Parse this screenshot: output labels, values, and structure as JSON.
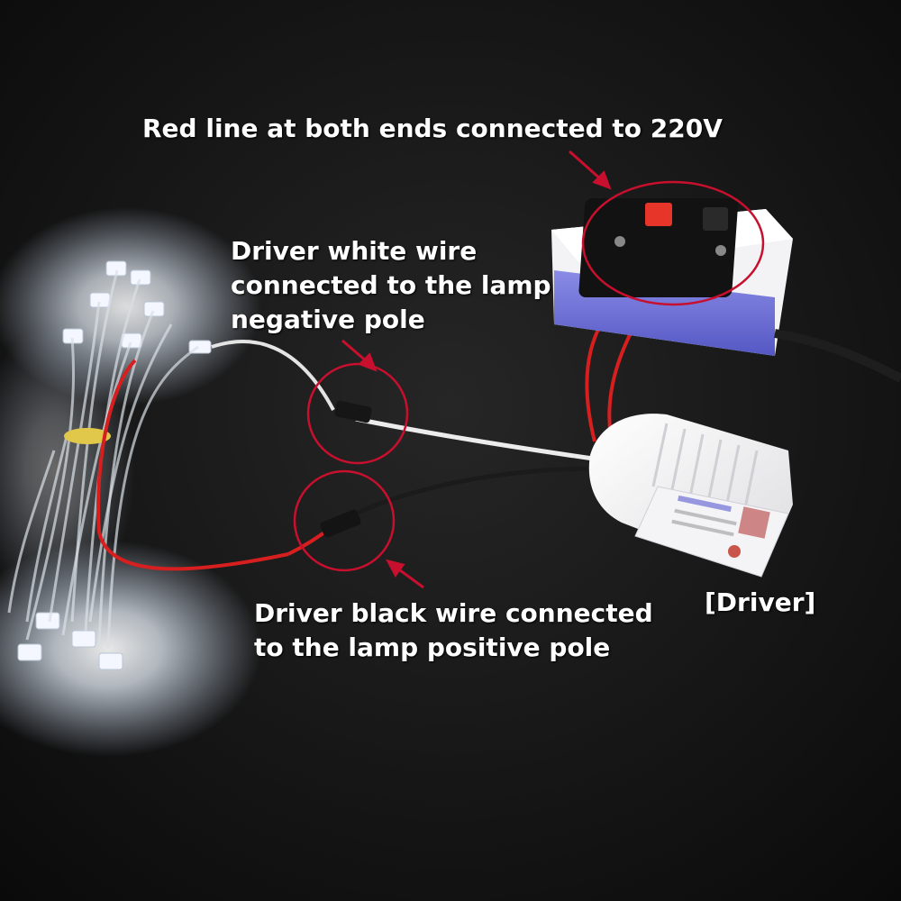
{
  "annotations": {
    "power_input": "Red line at both ends connected to 220V",
    "white_wire": {
      "line1": "Driver white wire",
      "line2": "connected to the lamp",
      "line3": "negative pole"
    },
    "black_wire": {
      "line1": "Driver black wire connected",
      "line2": "to the lamp positive pole"
    },
    "driver_tag": "[Driver]"
  },
  "colors": {
    "background": "#0d0d0d",
    "annotation_text": "#ffffff",
    "callout_circle": "#c8102e",
    "callout_arrow": "#c8102e",
    "red_wire": "#d81f1f",
    "white_wire": "#e8e8e8",
    "black_wire": "#1b1b1b",
    "driver_body": "#f2f2f4",
    "driver_accent": "#6d6fd6",
    "terminal_button": "#e8352a"
  }
}
